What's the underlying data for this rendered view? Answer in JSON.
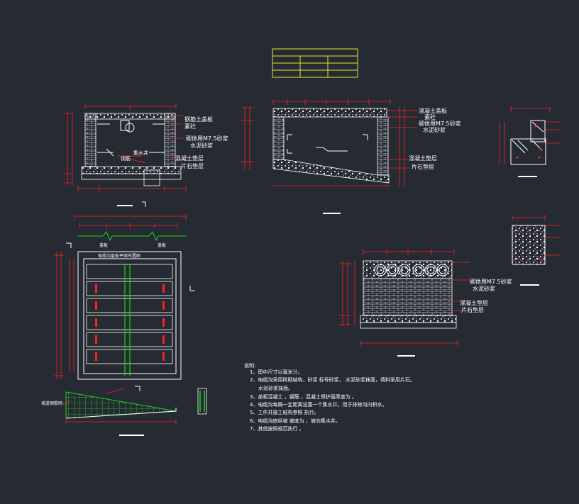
{
  "colors": {
    "background": "#252a33",
    "red": "#ff2020",
    "white": "#ffffff",
    "yellow": "#e8e832",
    "green": "#22d022",
    "green_dark": "#10a010"
  },
  "labels": {
    "a1": "钢筋土盖板",
    "a2": "素砼",
    "a3": "砌体用M7.5砂浆",
    "a4": "水泥砂浆",
    "a5": "混凝土垫层",
    "a6": "片石垫层",
    "a7": "集水井",
    "a8": "钢筋",
    "b1": "混凝土盖板",
    "b2": "素砼",
    "b3": "砌体用M7.5砂浆",
    "b4": "水泥砂浆",
    "b5": "混凝土垫层",
    "b6": "片石垫层",
    "d1": "盖板",
    "d2": "盖板",
    "d3": "电缆沟盖板平面布置图",
    "e1": "砌体用M7.5砂浆",
    "e2": "水泥砂浆",
    "e3": "混凝土垫层",
    "e4": "片石垫层",
    "ramp": "坡道钢筋网"
  },
  "notes": [
    "说明:",
    "1、图中尺寸以毫米计。",
    "2、电缆沟采用砖砌结构，砂浆      标号砂浆，        水泥砂浆抹面，填料采用片石。",
    "      水泥砂浆抹面。",
    "3、盖板混凝土       ，钢筋       ，混凝土保护层厚度为  。",
    "4、电缆沟每隔一定距离设置一个集水井，用于排除沟内积水。",
    "5、工作井施工结构参照        执行。",
    "6、电缆沟底纵坡        坡度为      ，坡向集水井。",
    "7、其他按照规范执行        。"
  ]
}
